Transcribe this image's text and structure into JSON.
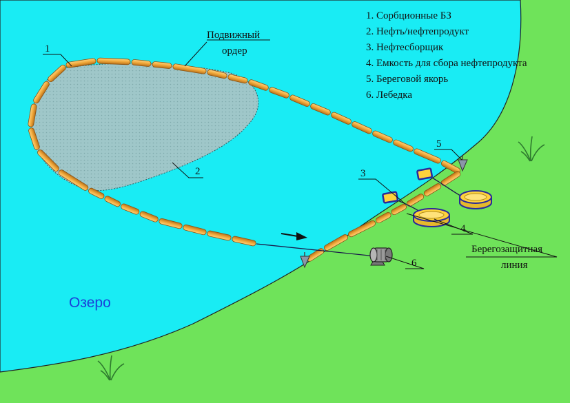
{
  "legend": [
    "1. Сорбционные БЗ",
    "2. Нефть/нефтепродукт",
    "3. Нефтесборщик",
    "4. Емкость для сбора нефтепродукта",
    "5. Береговой якорь",
    "6. Лебедка"
  ],
  "callouts": {
    "boom_number": "1",
    "oil_number": "2",
    "skimmer_number": "3",
    "tank_number": "4",
    "anchor_number": "5",
    "winch_number": "6",
    "moving_order_line1": "Подвижный",
    "moving_order_line2": "ордер",
    "shore_line1": "Берегозащитная",
    "shore_line2": "линия"
  },
  "lake_label": "Озеро",
  "colors": {
    "land": "#6fe35a",
    "water": "#19ecf4",
    "boom": "#f0a83a",
    "oil": "#9fc7c9",
    "device": "#ffd23c",
    "device_border": "#2a2a9a",
    "lake_label": "#1b3fd9"
  },
  "icons": [
    "grass-tuft-icon",
    "anchor-marker-icon",
    "winch-icon",
    "arrow-icon"
  ]
}
